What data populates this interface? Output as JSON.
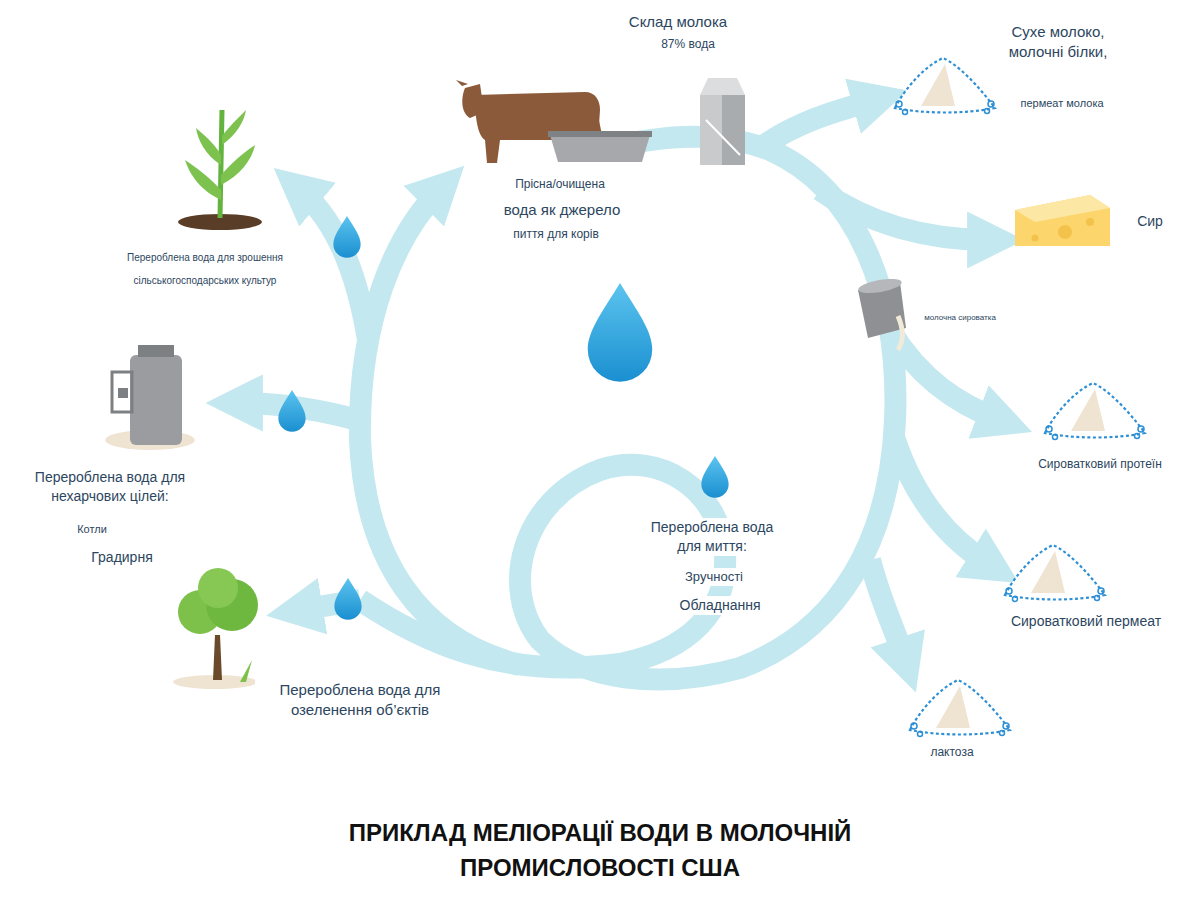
{
  "diagram": {
    "title": "ПРИКЛАД МЕЛІОРАЦІЇ ВОДИ В МОЛОЧНІЙ ПРОМИСЛОВОСТІ США",
    "labels": [
      "Склад молока",
      "87% вода",
      "Сухе молоко, молочні білки,",
      "пермеат молока",
      "Сир",
      "молочна сироватка",
      "Сироватковий протеїн",
      "Сироватковий пермеат",
      "лактоза",
      "Прісна/очищена",
      "вода як джерело",
      "пиття для корів",
      "Перероблена вода для зрошення сільськогосподарських культур",
      "Перероблена вода для нехарчових цілей:",
      "Котли",
      "Градирня",
      "Перероблена вода для миття:",
      "Зручності",
      "Обладнання",
      "Перероблена вода для озеленення об’єктів"
    ]
  }
}
